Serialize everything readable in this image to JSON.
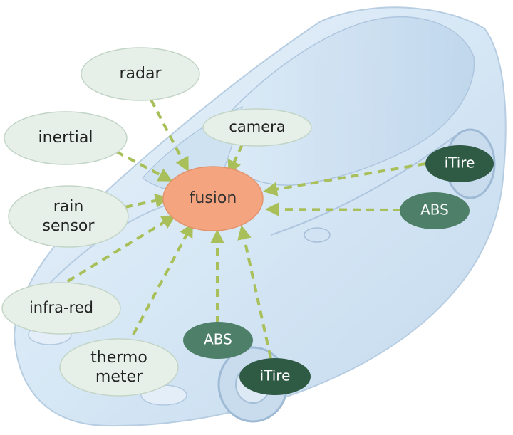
{
  "center": {
    "id": "fusion",
    "label": "fusion",
    "color": "#f4a57f"
  },
  "sensors": [
    {
      "id": "radar",
      "lines": [
        "radar"
      ],
      "style": "light"
    },
    {
      "id": "camera",
      "lines": [
        "camera"
      ],
      "style": "light"
    },
    {
      "id": "inertial",
      "lines": [
        "inertial"
      ],
      "style": "light"
    },
    {
      "id": "rain-sensor",
      "lines": [
        "rain",
        "sensor"
      ],
      "style": "light"
    },
    {
      "id": "infra-red",
      "lines": [
        "infra-red"
      ],
      "style": "light"
    },
    {
      "id": "thermometer",
      "lines": [
        "thermo",
        "meter"
      ],
      "style": "light"
    },
    {
      "id": "itire-right",
      "lines": [
        "iTire"
      ],
      "style": "dark"
    },
    {
      "id": "abs-right",
      "lines": [
        "ABS"
      ],
      "style": "medium"
    },
    {
      "id": "abs-bottom",
      "lines": [
        "ABS"
      ],
      "style": "medium"
    },
    {
      "id": "itire-bottom",
      "lines": [
        "iTire"
      ],
      "style": "dark"
    }
  ],
  "colors": {
    "arrow": "#a9c05a",
    "light_fill": "#e7f0e8",
    "light_stroke": "#c3d5c7",
    "medium_fill": "#4e8069",
    "dark_fill": "#2f5a44",
    "dark_text": "#ffffff",
    "light_text": "#222222",
    "center_text": "#333333"
  }
}
